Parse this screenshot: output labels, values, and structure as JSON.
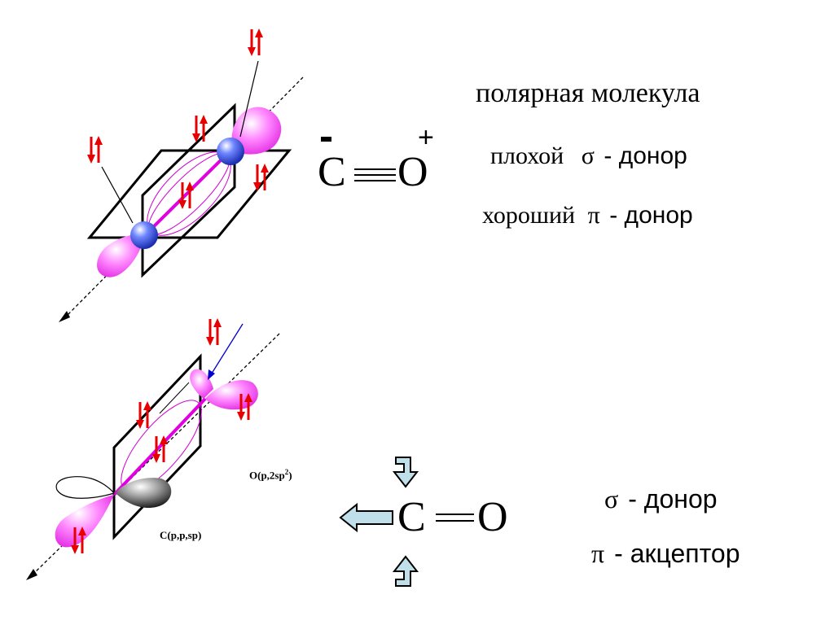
{
  "top": {
    "title": "полярная молекула",
    "line1_word": "плохой",
    "line1_symbol": "σ",
    "line1_rest": "- донор",
    "line2_word": "хороший",
    "line2_symbol": "π",
    "line2_rest": "- донор",
    "atom_c": "C",
    "atom_o": "O",
    "charge_c": "-",
    "charge_o": "+"
  },
  "bottom": {
    "atom_c": "C",
    "atom_o": "O",
    "label_o_main": "O(p,2sp",
    "label_o_sup": "2",
    "label_o_end": ")",
    "label_c": "C(p,p,sp)",
    "line1_symbol": "σ",
    "line1_rest": "- донор",
    "line2_symbol": "π",
    "line2_rest": "- акцептор"
  },
  "colors": {
    "lobe": "#ff66ff",
    "lobe_dark": "#cc00cc",
    "arrow_red": "#e60000",
    "atom_blue": "#3050ff",
    "arrow_box": "#bfe0ea",
    "blue_line": "#0000cc"
  },
  "icons": {
    "spin_pair": "up-down-arrows",
    "atom": "sphere",
    "push": "block-arrow"
  }
}
